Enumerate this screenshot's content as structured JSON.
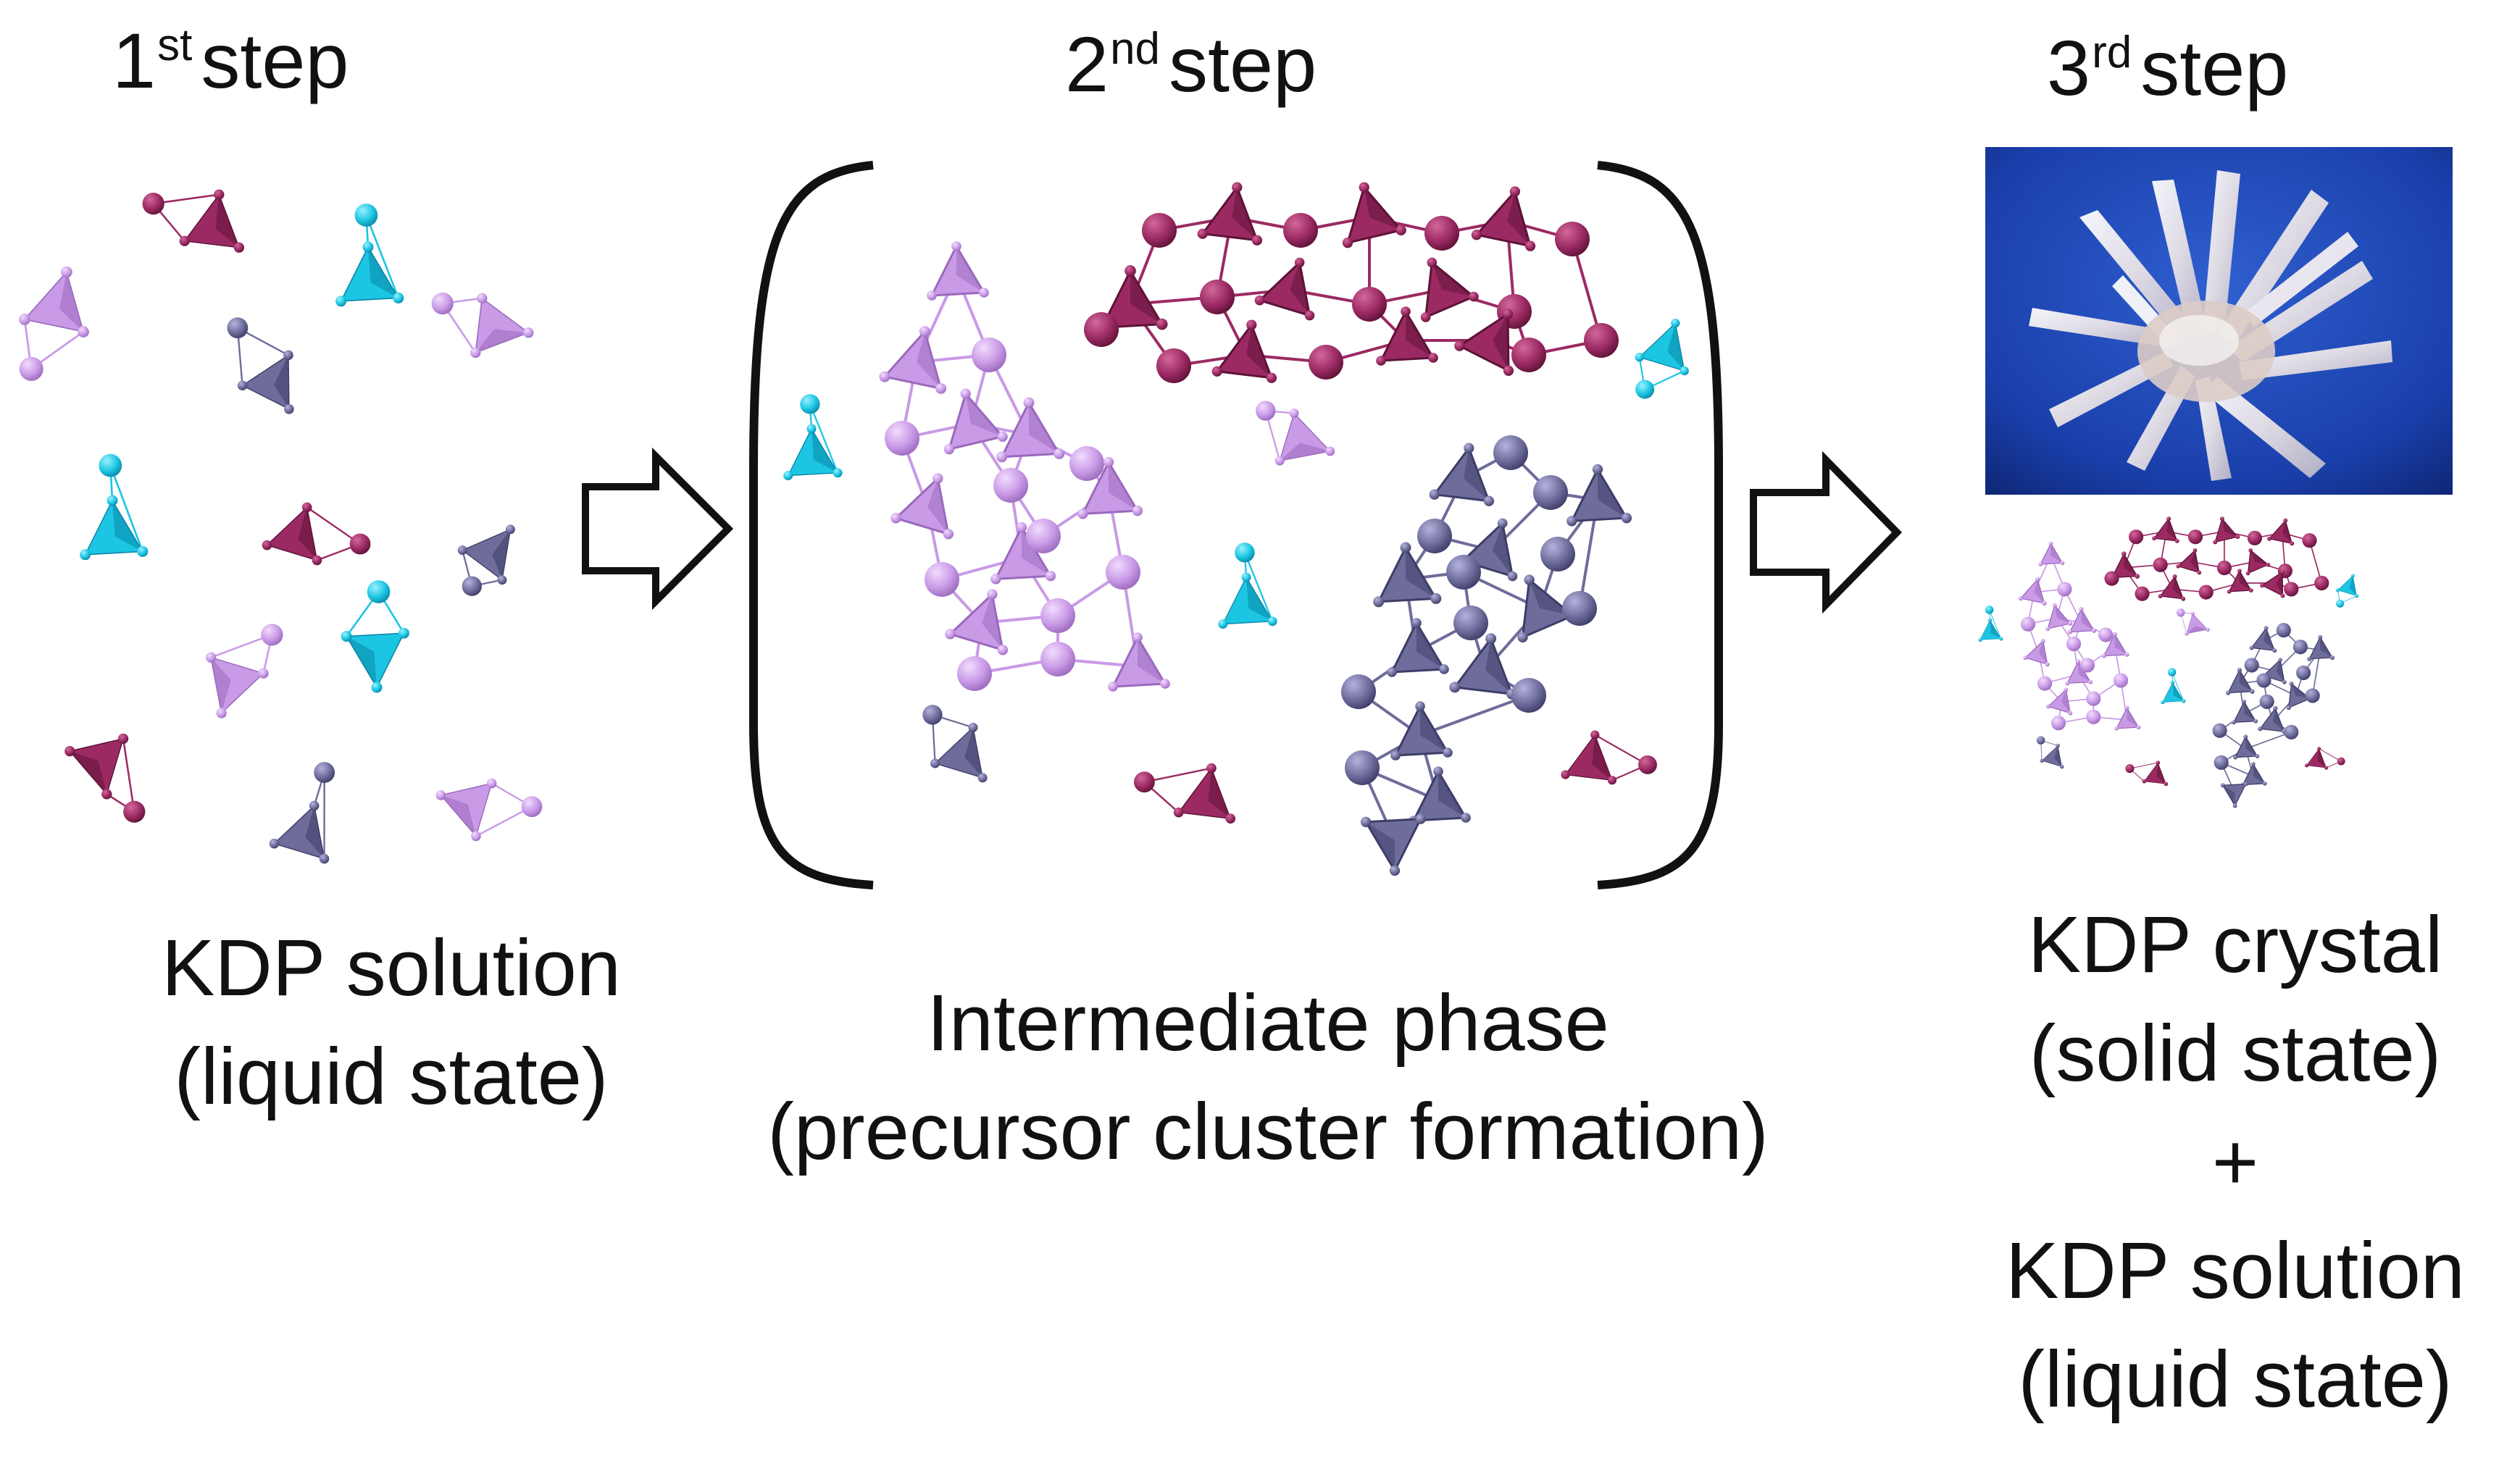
{
  "steps": [
    {
      "ordinal_number": "1",
      "ordinal_suffix": "st",
      "label": "step",
      "caption_lines": [
        "KDP solution",
        "(liquid state)"
      ]
    },
    {
      "ordinal_number": "2",
      "ordinal_suffix": "nd",
      "label": "step",
      "caption_lines": [
        "Intermediate phase",
        "(precursor cluster formation)"
      ]
    },
    {
      "ordinal_number": "3",
      "ordinal_suffix": "rd",
      "label": "step",
      "caption_lines": [
        "KDP crystal",
        "(solid state)",
        "+",
        "KDP solution",
        "(liquid state)"
      ]
    }
  ],
  "colors": {
    "magenta": "#9b2a63",
    "cyan": "#1cc6e3",
    "lavender": "#c99ae6",
    "slate": "#6e6c9a",
    "photo_background": "#1a3faa",
    "arrow_stroke": "#111111",
    "bracket": "#111111"
  }
}
